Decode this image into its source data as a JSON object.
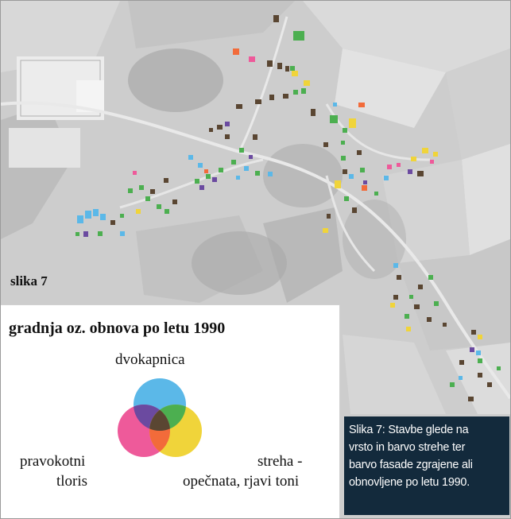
{
  "figure_label": "slika 7",
  "legend": {
    "title": "gradnja oz. obnova po letu 1990",
    "circle_top_label": "dvokapnica",
    "circle_left_label_line1": "pravokotni",
    "circle_left_label_line2": "tloris",
    "circle_right_label_line1": "streha -",
    "circle_right_label_line2": "opečnata, rjavi toni",
    "colors": {
      "dvokapnica": "#5bb8e8",
      "pravokotni_tloris": "#ee5a9a",
      "streha_opecnata": "#f0d43a",
      "overlap_green": "#4caf50",
      "overlap_purple": "#6b4aa0",
      "overlap_orange": "#f26b3a",
      "all_three": "#5a4632"
    }
  },
  "caption": {
    "line1": "Slika 7:  Stavbe glede na",
    "line2": "vrsto in barvo strehe ter",
    "line3": "barvo fasade zgrajene ali",
    "line4": "obnovljene po letu 1990."
  }
}
